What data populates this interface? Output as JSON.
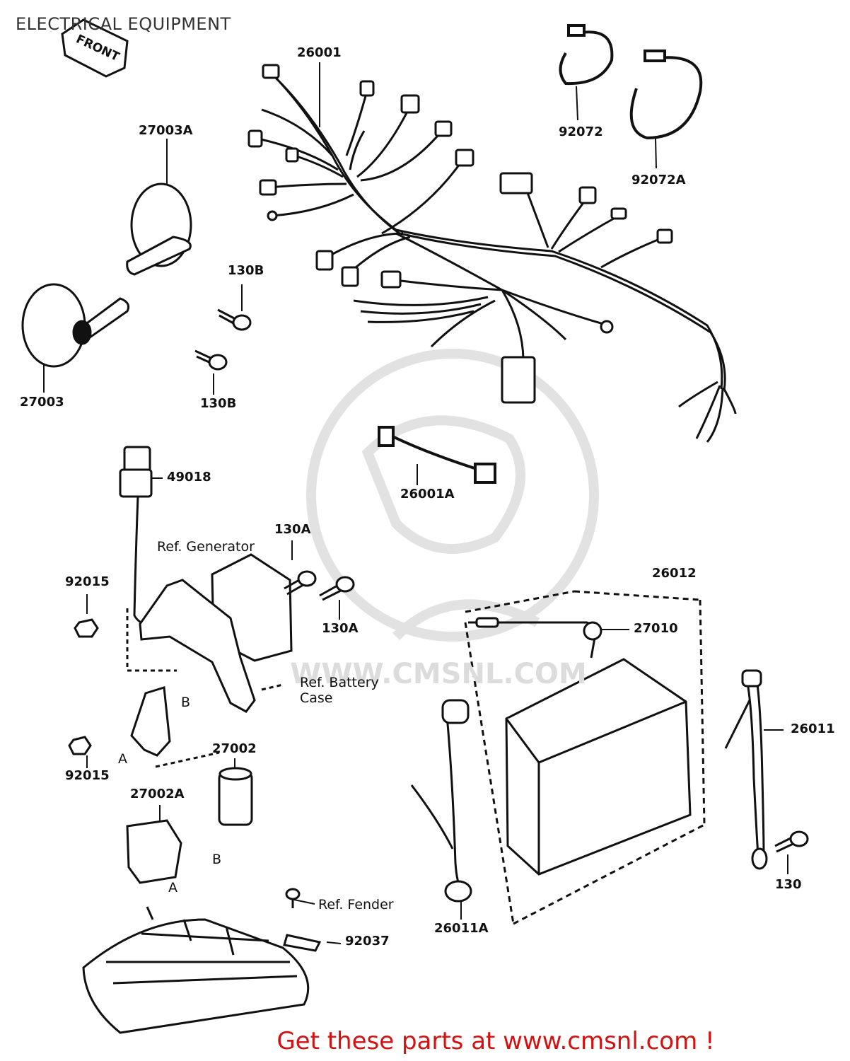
{
  "title": "ELECTRICAL EQUIPMENT",
  "footer": {
    "text": "Get these parts at www.cmsnl.com !",
    "color": "#d41111"
  },
  "watermark": {
    "letters": "CMS",
    "url": "WWW.CMSNL.COM"
  },
  "front_arrow": "FRONT",
  "parts": [
    {
      "id": "p26001",
      "label": "26001"
    },
    {
      "id": "p92072",
      "label": "92072"
    },
    {
      "id": "p92072A",
      "label": "92072A"
    },
    {
      "id": "p27003A",
      "label": "27003A"
    },
    {
      "id": "p27003",
      "label": "27003"
    },
    {
      "id": "p130B_top",
      "label": "130B"
    },
    {
      "id": "p130B_bottom",
      "label": "130B"
    },
    {
      "id": "p49018",
      "label": "49018"
    },
    {
      "id": "p26001A",
      "label": "26001A"
    },
    {
      "id": "p130A_top",
      "label": "130A"
    },
    {
      "id": "p130A_bottom",
      "label": "130A"
    },
    {
      "id": "p92015_top",
      "label": "92015"
    },
    {
      "id": "p92015_bottom",
      "label": "92015"
    },
    {
      "id": "p26012",
      "label": "26012"
    },
    {
      "id": "p27010",
      "label": "27010"
    },
    {
      "id": "p26011",
      "label": "26011"
    },
    {
      "id": "p27002",
      "label": "27002"
    },
    {
      "id": "p27002A",
      "label": "27002A"
    },
    {
      "id": "p130",
      "label": "130"
    },
    {
      "id": "p26011A",
      "label": "26011A"
    },
    {
      "id": "p92037",
      "label": "92037"
    }
  ],
  "references": {
    "generator": "Ref. Generator",
    "battery_case_1": "Ref. Battery",
    "battery_case_2": "Case",
    "fender": "Ref. Fender"
  },
  "connection_letters": {
    "b_upper": "B",
    "a_upper": "A",
    "b_lower": "B",
    "a_lower": "A"
  }
}
